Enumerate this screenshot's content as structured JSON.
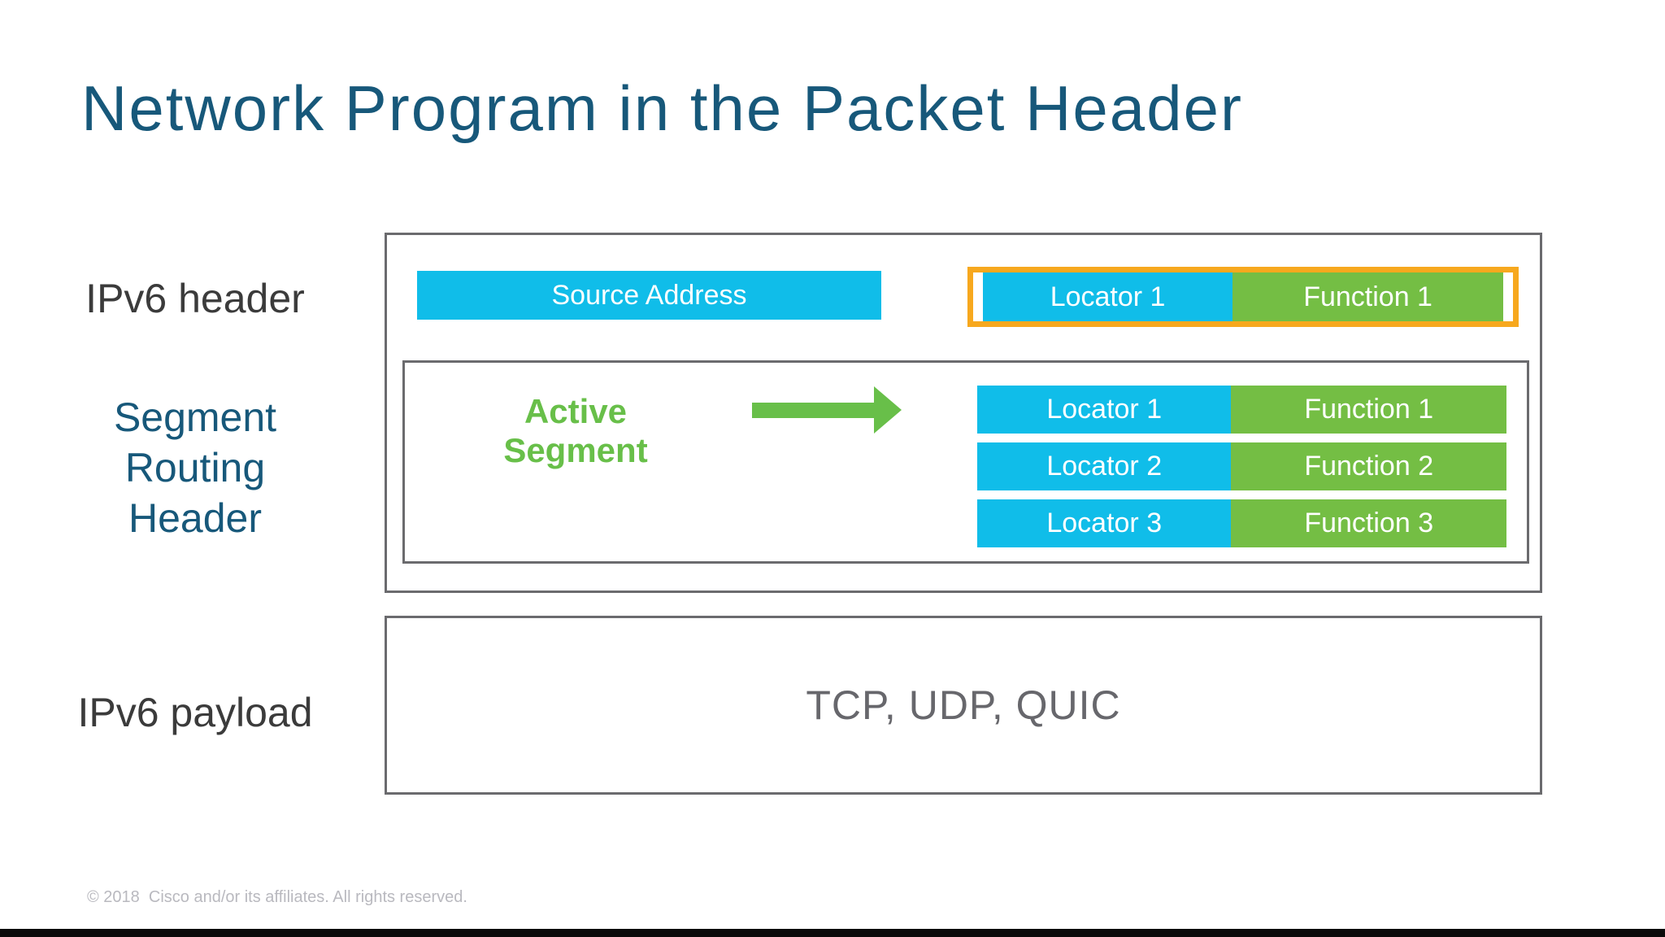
{
  "title": "Network Program in the Packet Header",
  "row_labels": {
    "ipv6_header": "IPv6 header",
    "segment_routing_header": [
      "Segment",
      "Routing",
      "Header"
    ],
    "ipv6_payload": "IPv6 payload"
  },
  "ipv6_header_fields": {
    "source_address": "Source Address",
    "active_sid": {
      "locator": "Locator 1",
      "function": "Function 1"
    }
  },
  "segment_routing_header": {
    "active_segment_label": "Active Segment",
    "segment_list": [
      {
        "locator": "Locator 1",
        "function": "Function 1"
      },
      {
        "locator": "Locator 2",
        "function": "Function 2"
      },
      {
        "locator": "Locator 3",
        "function": "Function 3"
      }
    ]
  },
  "payload": {
    "protocols": "TCP, UDP, QUIC"
  },
  "footer": "© 2018  Cisco and/or its affiliates. All rights reserved.",
  "colors": {
    "cyan": "#10BDE9",
    "green": "#74BE44",
    "green_text": "#68BF49",
    "orange": "#F7A81E",
    "title_teal": "#17587A",
    "label_dark": "#3B3B3B",
    "payload_gray": "#67676C",
    "footer_gray": "#B9B9BF",
    "box_border": "#6B6B6E"
  }
}
